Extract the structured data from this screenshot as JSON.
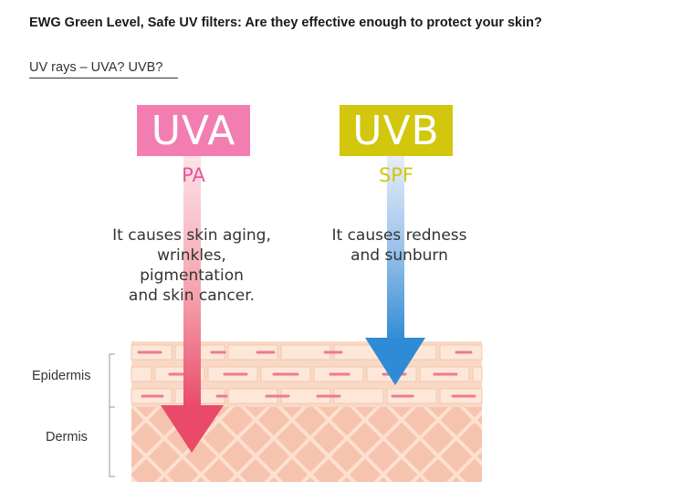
{
  "article": {
    "title": "EWG Green Level, Safe UV filters: Are they effective enough to protect your skin?",
    "section_link": "UV rays – UVA? UVB?"
  },
  "diagram": {
    "uva": {
      "badge": "UVA",
      "sub_label": "PA",
      "description": "It causes skin aging,\nwrinkles,\npigmentation\nand skin cancer.",
      "color": "#f27eb1",
      "arrow_color": "#e94a68"
    },
    "uvb": {
      "badge": "UVB",
      "sub_label": "SPF",
      "description": "It causes redness\nand sunburn",
      "color": "#d2c70d",
      "arrow_color": "#2f8bd6"
    },
    "layers": {
      "epidermis": "Epidermis",
      "dermis": "Dermis"
    },
    "colors": {
      "epidermis_bg": "#f9d9c6",
      "brick": "#fde7d9",
      "brick_accent": "#ef7a8f",
      "dermis_bg": "#f6c3ae",
      "dermis_mesh": "#fde0d0"
    }
  }
}
